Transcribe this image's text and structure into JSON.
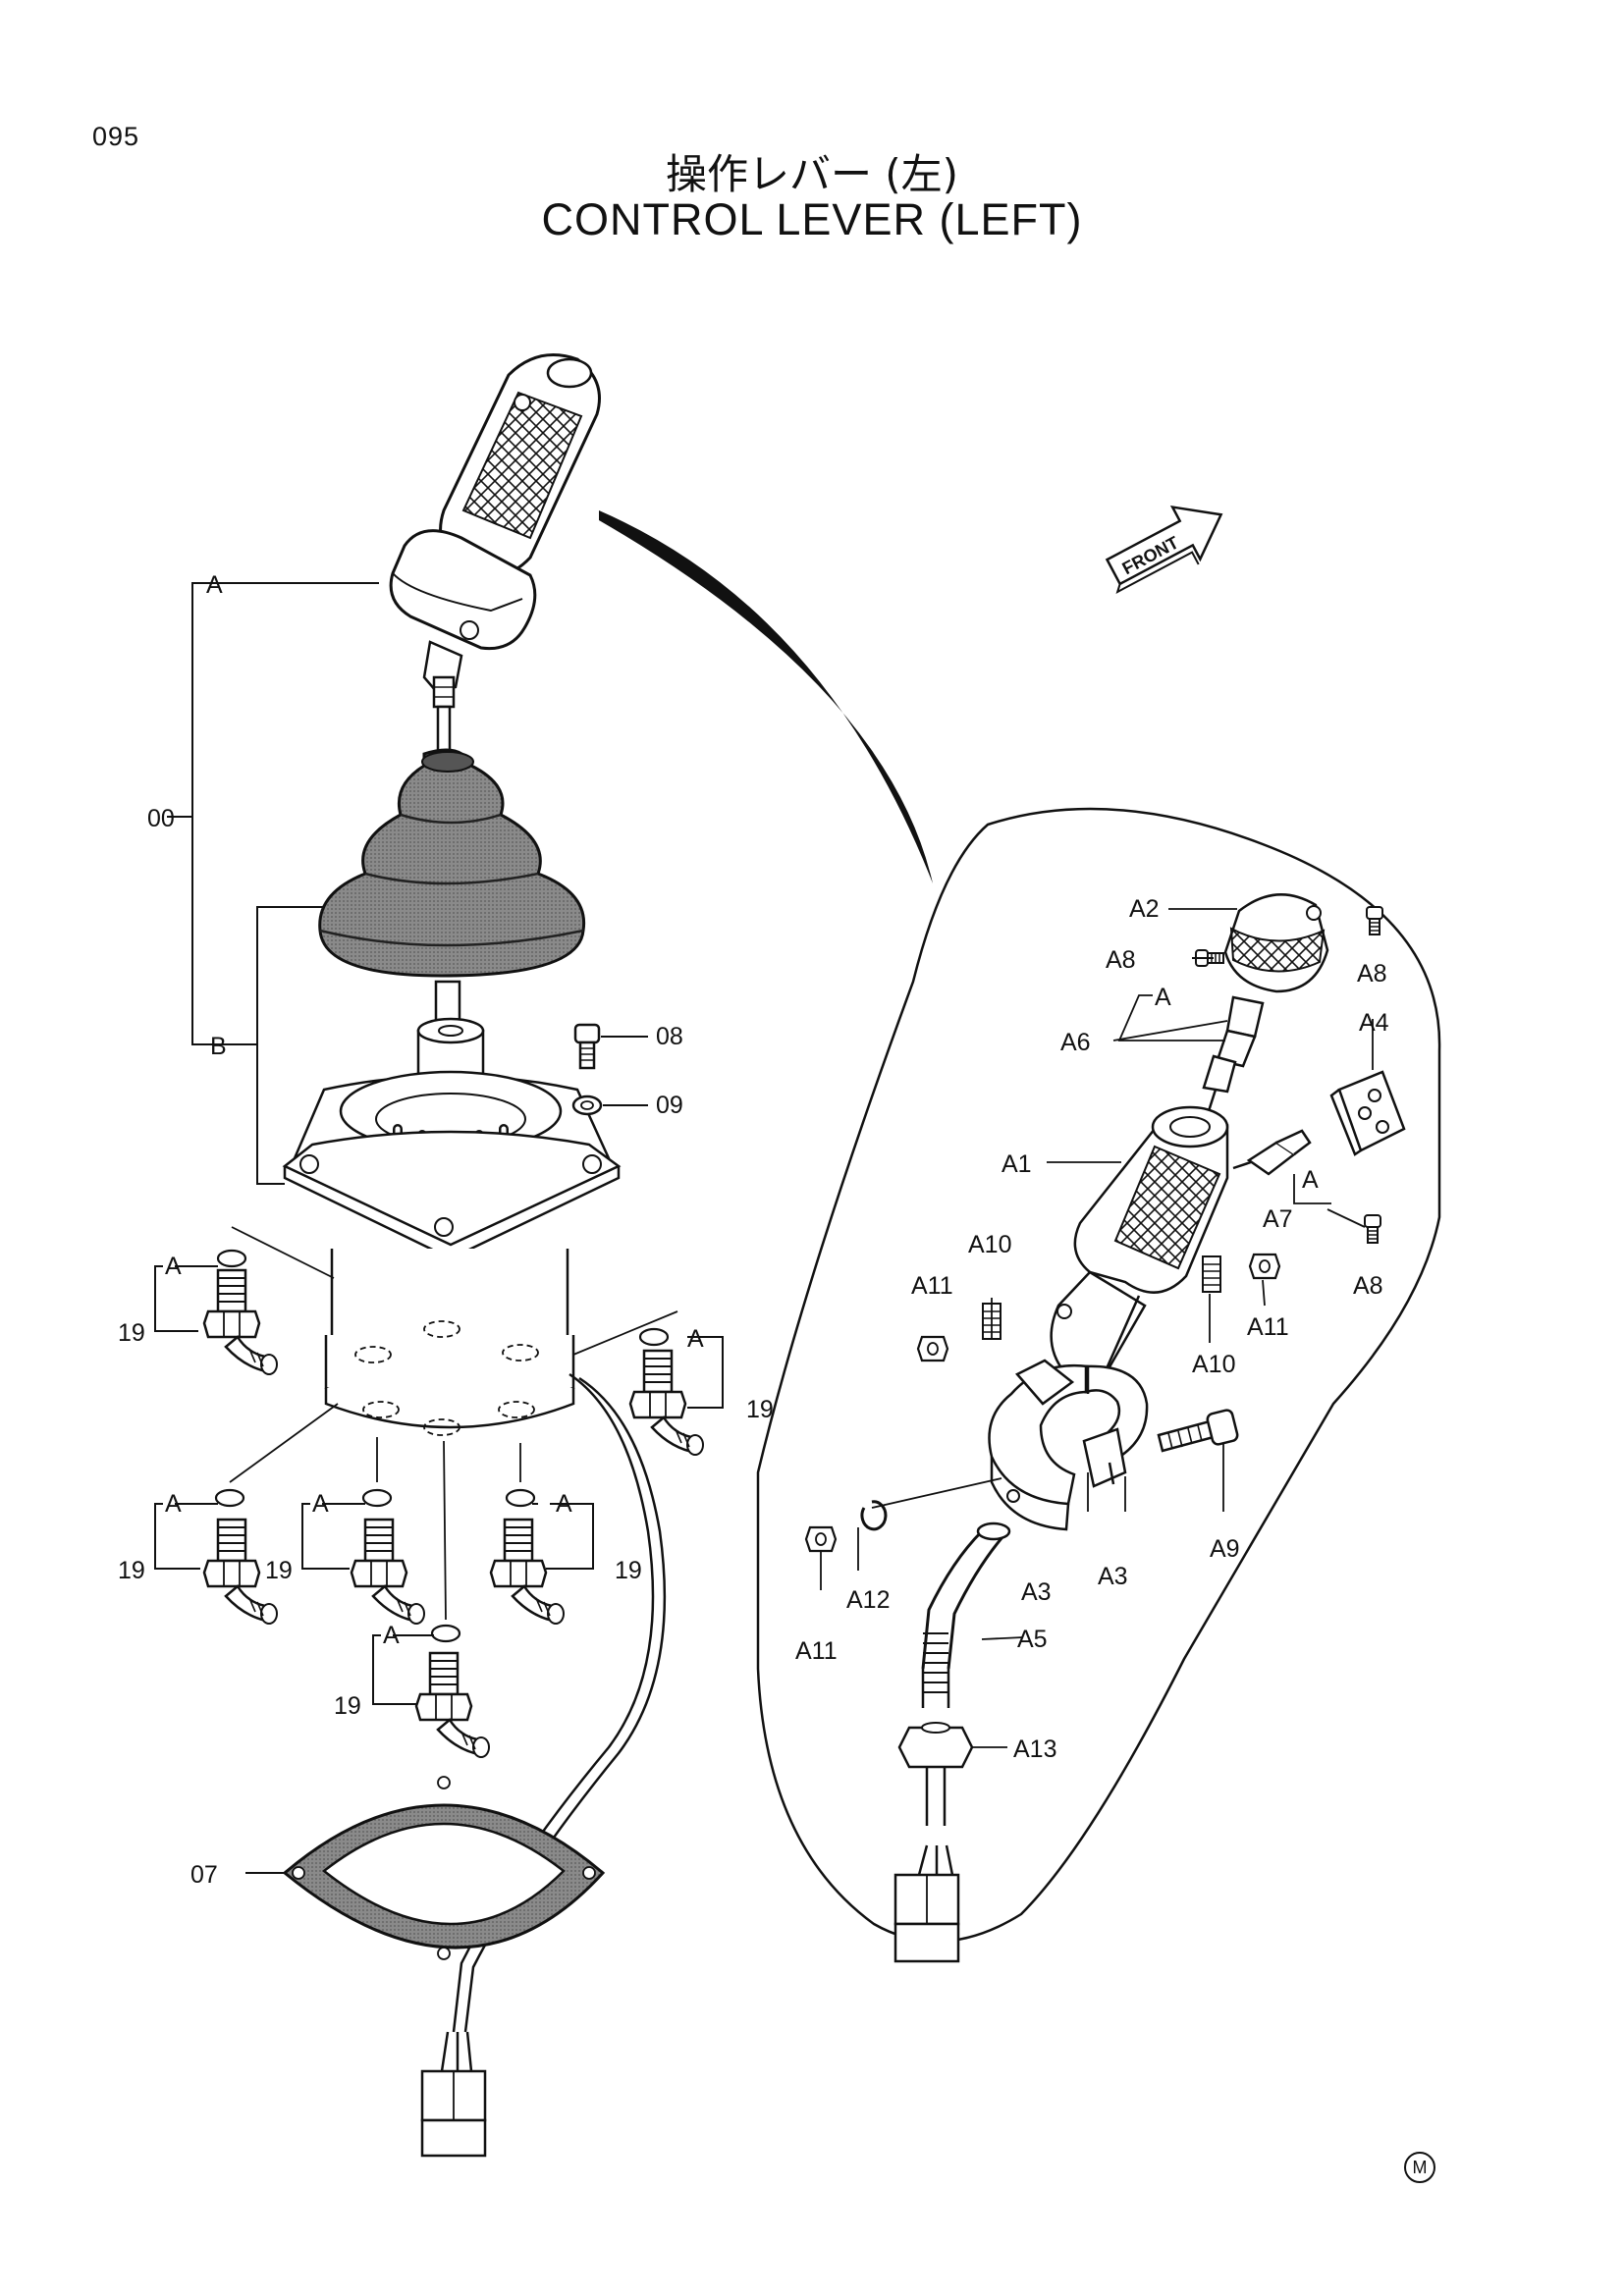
{
  "header": {
    "page_number": "095",
    "title_ja": "操作レバー (左)",
    "title_en": "CONTROL LEVER (LEFT)"
  },
  "front_arrow": {
    "label": "FRONT"
  },
  "footer": {
    "mark": "M"
  },
  "callouts": {
    "assembly": "00",
    "sub_a": "A",
    "sub_b": "B",
    "bolt": "08",
    "washer": "09",
    "gasket": "07",
    "port_fitting": "19",
    "o_ring": "A",
    "grip": "A1",
    "cap": "A2",
    "clamp": "A3",
    "plate": "A4",
    "cable": "A5",
    "switch_upper": "A6",
    "switch_side": "A7",
    "screw": "A8",
    "clamp_bolt": "A9",
    "set_screw": "A10",
    "nut": "A11",
    "snap_ring": "A12",
    "cable_nut": "A13"
  }
}
